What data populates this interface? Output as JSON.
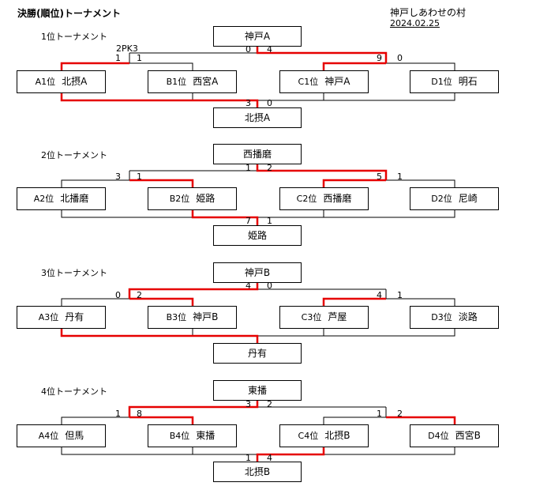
{
  "header": {
    "title": "決勝(順位)トーナメント",
    "venue": "神戸しあわせの村",
    "date": "2024.02.25"
  },
  "colors": {
    "line": "#000000",
    "winner_line": "#e60000"
  },
  "tournaments": [
    {
      "label": "1位トーナメント",
      "top_result": "神戸A",
      "bottom_result": "北摂A",
      "teams": [
        {
          "label": "A1位",
          "name": "北摂A"
        },
        {
          "label": "B1位",
          "name": "西宮A"
        },
        {
          "label": "C1位",
          "name": "神戸A"
        },
        {
          "label": "D1位",
          "name": "明石"
        }
      ],
      "scores": {
        "sf_left": [
          "1",
          "1"
        ],
        "sf_right": [
          "9",
          "0"
        ],
        "final": [
          "0",
          "4"
        ],
        "third": [
          "3",
          "0"
        ]
      },
      "pk_note": "2PK3"
    },
    {
      "label": "2位トーナメント",
      "top_result": "西播磨",
      "bottom_result": "姫路",
      "teams": [
        {
          "label": "A2位",
          "name": "北播磨"
        },
        {
          "label": "B2位",
          "name": "姫路"
        },
        {
          "label": "C2位",
          "name": "西播磨"
        },
        {
          "label": "D2位",
          "name": "尼崎"
        }
      ],
      "scores": {
        "sf_left": [
          "3",
          "1"
        ],
        "sf_right": [
          "5",
          "1"
        ],
        "final": [
          "1",
          "2"
        ],
        "third": [
          "7",
          "1"
        ]
      }
    },
    {
      "label": "3位トーナメント",
      "top_result": "神戸B",
      "bottom_result": "丹有",
      "teams": [
        {
          "label": "A3位",
          "name": "丹有"
        },
        {
          "label": "B3位",
          "name": "神戸B"
        },
        {
          "label": "C3位",
          "name": "芦屋"
        },
        {
          "label": "D3位",
          "name": "淡路"
        }
      ],
      "scores": {
        "sf_left": [
          "0",
          "2"
        ],
        "sf_right": [
          "4",
          "1"
        ],
        "final": [
          "4",
          "0"
        ]
      }
    },
    {
      "label": "4位トーナメント",
      "top_result": "東播",
      "bottom_result": "北摂B",
      "teams": [
        {
          "label": "A4位",
          "name": "但馬"
        },
        {
          "label": "B4位",
          "name": "東播"
        },
        {
          "label": "C4位",
          "name": "北摂B"
        },
        {
          "label": "D4位",
          "name": "西宮B"
        }
      ],
      "scores": {
        "sf_left": [
          "1",
          "8"
        ],
        "sf_right": [
          "1",
          "2"
        ],
        "final": [
          "3",
          "2"
        ],
        "third": [
          "1",
          "4"
        ]
      }
    }
  ]
}
